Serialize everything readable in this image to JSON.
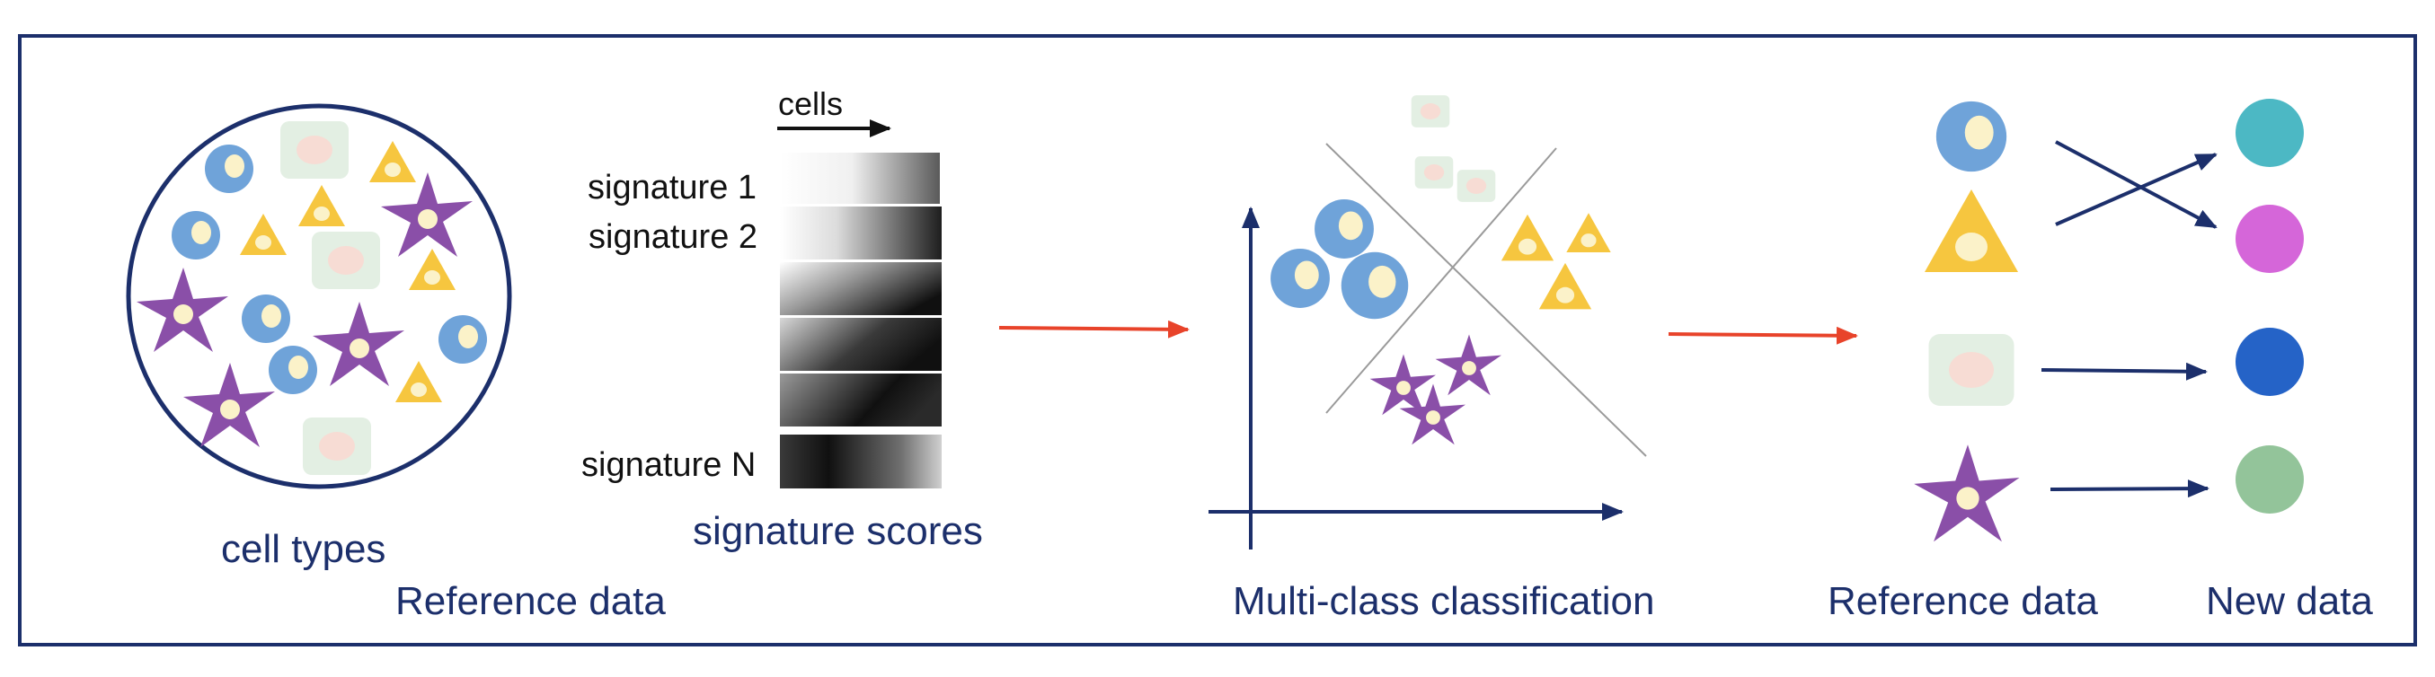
{
  "reference_panel": {
    "cell_types_label": "cell types",
    "section_label": "Reference data"
  },
  "signature_panel": {
    "cells_label": "cells",
    "rows": [
      "signature 1",
      "signature 2",
      "signature N"
    ],
    "scores_label": "signature scores"
  },
  "classification_panel": {
    "label": "Multi-class classification"
  },
  "mapping_panel": {
    "reference_label": "Reference data",
    "new_label": "New data"
  },
  "colors": {
    "navy": "#1c2f6b",
    "red_arrow": "#e8432a",
    "blue_cell": "#6fa3d9",
    "yellow_cell": "#f6c63f",
    "purple_cell": "#8a4fa8",
    "green_cell": "#e3efe3",
    "cell_nucleus": "#fbf2c9",
    "green_nucleus": "#f7dcd4",
    "new_teal": "#4cb8c4",
    "new_magenta": "#d566d9",
    "new_blue": "#2563c7",
    "new_green": "#93c49a"
  }
}
